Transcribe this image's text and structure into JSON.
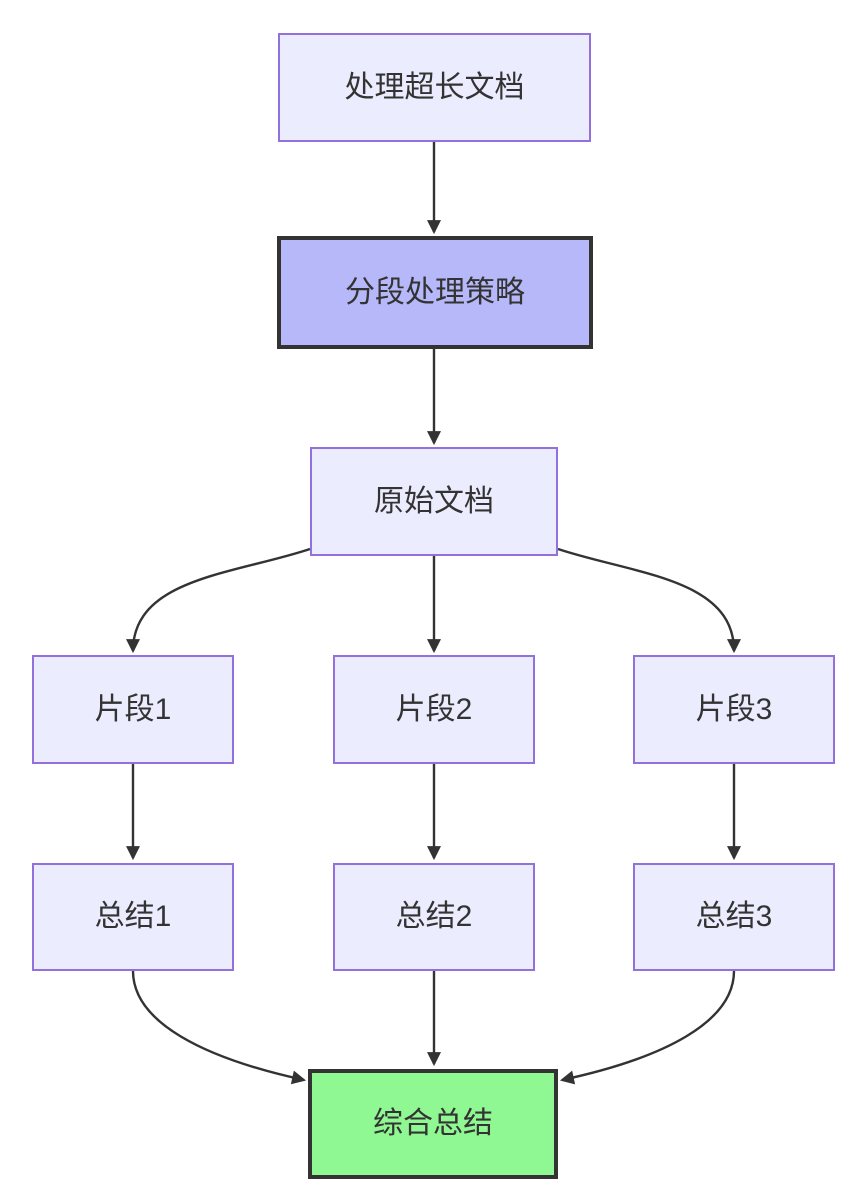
{
  "diagram": {
    "type": "flowchart",
    "direction": "top-down",
    "nodes": [
      {
        "id": "A",
        "label": "处理超长文档",
        "style": "default"
      },
      {
        "id": "B",
        "label": "分段处理策略",
        "style": "emphasis-purple"
      },
      {
        "id": "C",
        "label": "原始文档",
        "style": "default"
      },
      {
        "id": "D1",
        "label": "片段1",
        "style": "default"
      },
      {
        "id": "D2",
        "label": "片段2",
        "style": "default"
      },
      {
        "id": "D3",
        "label": "片段3",
        "style": "default"
      },
      {
        "id": "E1",
        "label": "总结1",
        "style": "default"
      },
      {
        "id": "E2",
        "label": "总结2",
        "style": "default"
      },
      {
        "id": "E3",
        "label": "总结3",
        "style": "default"
      },
      {
        "id": "F",
        "label": "综合总结",
        "style": "emphasis-green"
      }
    ],
    "edges": [
      {
        "from": "A",
        "to": "B"
      },
      {
        "from": "B",
        "to": "C"
      },
      {
        "from": "C",
        "to": "D1"
      },
      {
        "from": "C",
        "to": "D2"
      },
      {
        "from": "C",
        "to": "D3"
      },
      {
        "from": "D1",
        "to": "E1"
      },
      {
        "from": "D2",
        "to": "E2"
      },
      {
        "from": "D3",
        "to": "E3"
      },
      {
        "from": "E1",
        "to": "F"
      },
      {
        "from": "E2",
        "to": "F"
      },
      {
        "from": "E3",
        "to": "F"
      }
    ],
    "colors": {
      "background": "#ffffff",
      "node_fill": "#ECECFF",
      "node_border": "#9370DB",
      "emphasis_purple_fill": "#b7b8fa",
      "emphasis_green_fill": "#90f892",
      "emphasis_border": "#333333",
      "edge": "#333333",
      "text": "#333333"
    }
  }
}
